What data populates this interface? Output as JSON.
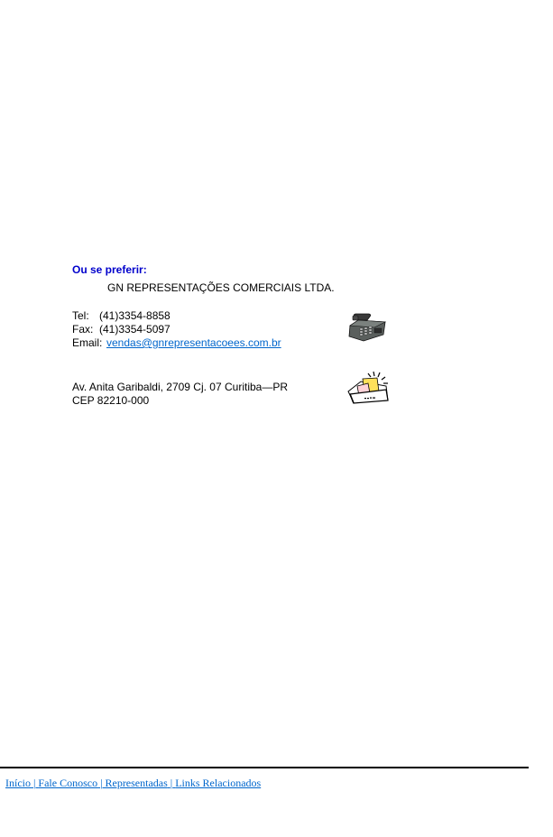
{
  "contact_section": {
    "heading": "Ou se preferir:",
    "company_name": "GN REPRESENTAÇÕES COMERCIAIS LTDA.",
    "tel_label": "Tel:",
    "tel_value": "(41)3354-8858",
    "fax_label": "Fax:",
    "fax_value": "(41)3354-5097",
    "email_label": "Email:",
    "email_value": "vendas@gnrepresentacoees.com.br",
    "address_line1": "Av. Anita Garibaldi, 2709 Cj. 07 Curitiba—PR",
    "address_line2": "CEP 82210-000",
    "phone_icon": "telephone-icon",
    "mail_icon": "envelope-icon"
  },
  "footer": {
    "links": [
      "Início",
      "Fale Conosco",
      "Representadas",
      "Links Relacionados"
    ],
    "separator": "|"
  },
  "colors": {
    "heading": "#0000cc",
    "link": "#0066cc",
    "divider": "#000000"
  }
}
